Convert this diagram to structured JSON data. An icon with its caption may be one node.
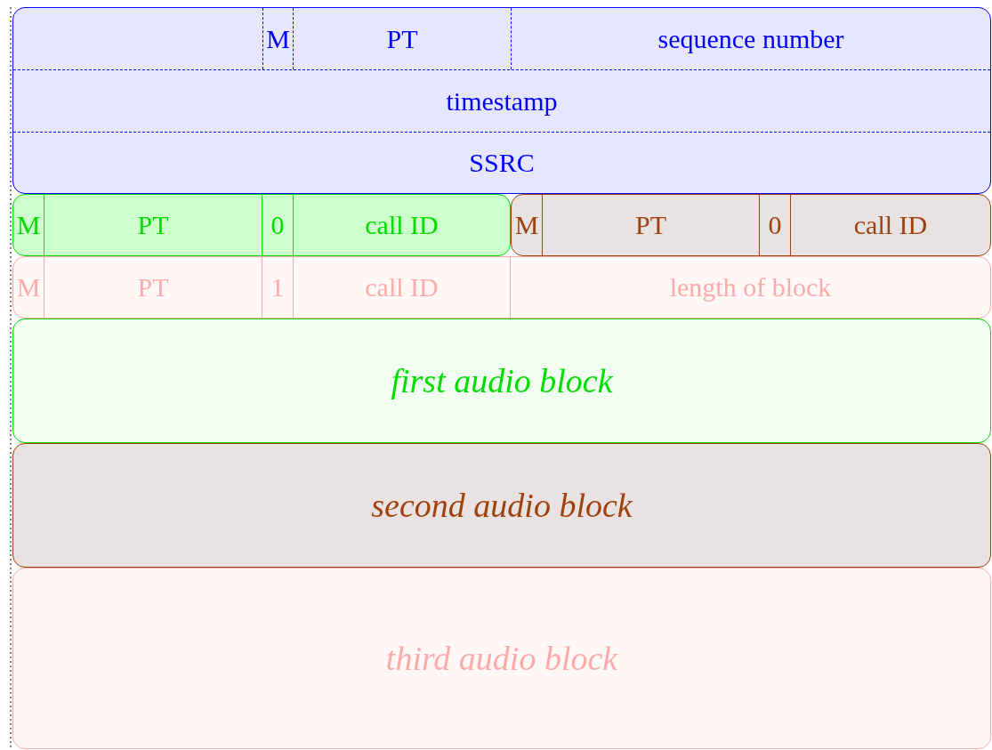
{
  "diagram": {
    "nodes": [
      {
        "text": [],
        "shape": "box"
      },
      {
        "text": [
          "M"
        ],
        "in": 0
      },
      {
        "text": [
          "PT"
        ],
        "in": 0
      },
      {
        "text": [
          "sequence number"
        ],
        "in": 0
      },
      {
        "text": [
          "timestamp"
        ],
        "in": 0
      },
      {
        "text": [
          "SSRC"
        ],
        "in": 0
      },
      {
        "text": [],
        "shape": "box"
      },
      {
        "text": [
          "M"
        ],
        "in": 6
      },
      {
        "text": [
          "PT"
        ],
        "in": 6
      },
      {
        "text": [
          "0"
        ],
        "in": 6
      },
      {
        "text": [
          "call ID"
        ],
        "in": 6
      },
      {
        "text": [],
        "shape": "box"
      },
      {
        "text": [
          "M"
        ],
        "in": 11
      },
      {
        "text": [
          "PT"
        ],
        "in": 11
      },
      {
        "text": [
          "0"
        ],
        "in": 11
      },
      {
        "text": [
          "call ID"
        ],
        "in": 11
      },
      {
        "text": [],
        "shape": "box"
      },
      {
        "text": [
          "M"
        ],
        "in": 16
      },
      {
        "text": [
          "PT"
        ],
        "in": 16
      },
      {
        "text": [
          "1"
        ],
        "in": 16
      },
      {
        "text": [
          "call ID"
        ],
        "in": 16
      },
      {
        "text": [
          "length of block"
        ],
        "in": 16
      },
      {
        "text": [
          "first audio block"
        ]
      },
      {
        "text": [
          "second audio block"
        ]
      },
      {
        "text": [
          "third audio block"
        ]
      }
    ]
  }
}
